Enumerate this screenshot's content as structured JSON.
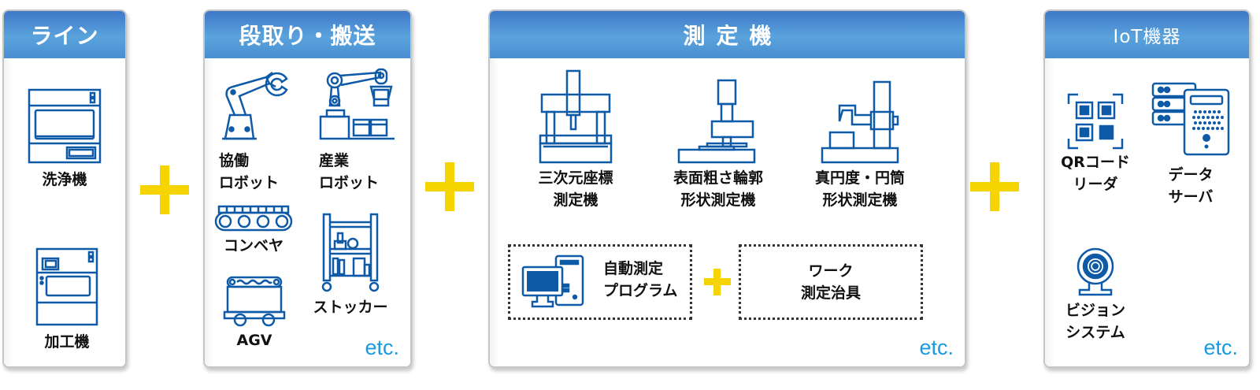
{
  "colors": {
    "header_gradient_top": "#3f78c8",
    "header_gradient_mid": "#5aa3dc",
    "icon_blue": "#0e5aa7",
    "plus_yellow": "#f5d400",
    "etc_blue": "#1a9be0"
  },
  "panels": [
    {
      "title": "ライン",
      "items": [
        {
          "label": "洗浄機",
          "icon": "washing-machine-icon"
        },
        {
          "label": "加工機",
          "icon": "machining-center-icon"
        }
      ]
    },
    {
      "title": "段取り・搬送",
      "items": [
        {
          "label_line1": "協働",
          "label_line2": "ロボット",
          "icon": "collaborative-robot-arm-icon"
        },
        {
          "label_line1": "産業",
          "label_line2": "ロボット",
          "icon": "industrial-robot-icon"
        },
        {
          "label": "コンベヤ",
          "icon": "conveyor-icon"
        },
        {
          "label": "ストッカー",
          "icon": "stocker-cart-icon"
        },
        {
          "label": "AGV",
          "icon": "agv-icon"
        }
      ],
      "etc": "etc."
    },
    {
      "title": "測定機",
      "items": [
        {
          "label_line1": "三次元座標",
          "label_line2": "測定機",
          "icon": "cmm-icon"
        },
        {
          "label_line1": "表面粗さ輪郭",
          "label_line2": "形状測定機",
          "icon": "surface-roughness-tester-icon"
        },
        {
          "label_line1": "真円度・円筒",
          "label_line2": "形状測定機",
          "icon": "roundness-tester-icon"
        }
      ],
      "sub_boxes": [
        {
          "label_line1": "自動測定",
          "label_line2": "プログラム",
          "icon": "computer-icon"
        },
        {
          "label_line1": "ワーク",
          "label_line2": "測定治具"
        }
      ],
      "etc": "etc."
    },
    {
      "title": "IoT機器",
      "items": [
        {
          "label_line1": "QRコード",
          "label_line2": "リーダ",
          "icon": "qr-code-reader-icon"
        },
        {
          "label_line1": "データ",
          "label_line2": "サーバ",
          "icon": "data-server-icon"
        },
        {
          "label_line1": "ビジョン",
          "label_line2": "システム",
          "icon": "vision-camera-icon"
        }
      ],
      "etc": "etc."
    }
  ],
  "connectors": [
    "+",
    "+",
    "+"
  ]
}
